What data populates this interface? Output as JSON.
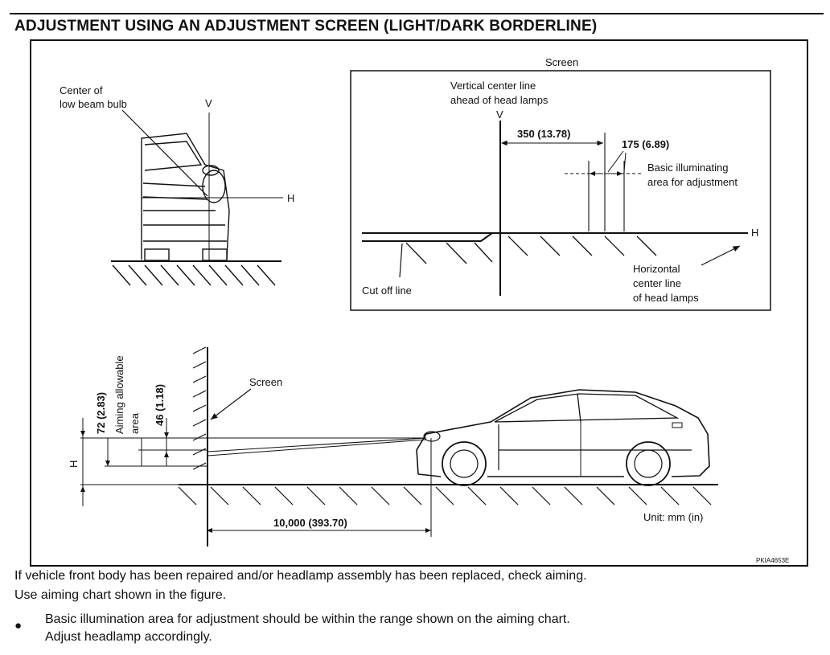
{
  "title": "ADJUSTMENT USING AN ADJUSTMENT SCREEN (LIGHT/DARK BORDERLINE)",
  "figure": {
    "front": {
      "center_label_1": "Center of",
      "center_label_2": "low beam bulb",
      "v": "V",
      "h": "H"
    },
    "screen_box": {
      "title": "Screen",
      "vcenter_1": "Vertical center line",
      "vcenter_2": "ahead of head lamps",
      "v": "V",
      "dim_350": "350  (13.78)",
      "dim_175": "175  (6.89)",
      "basic_1": "Basic illuminating",
      "basic_2": "area for adjustment",
      "h": "H",
      "hcenter_1": "Horizontal",
      "hcenter_2": "center line",
      "hcenter_3": "of head lamps",
      "cutoff": "Cut off line"
    },
    "side": {
      "screen": "Screen",
      "dim_72": "72  (2.83)",
      "aim_1": "Aiming allowable",
      "aim_2": "area",
      "dim_46": "46  (1.18)",
      "h": "H",
      "dim_10000": "10,000  (393.70)",
      "unit": "Unit:  mm  (in)"
    },
    "ref": "PKIA4653E"
  },
  "body": {
    "line1": "If vehicle front body has been repaired and/or headlamp assembly has been replaced, check aiming.",
    "line2": "Use aiming chart shown in the figure.",
    "bullet_symbol": "●",
    "bullet_line1": "Basic illumination area for adjustment should be within the range shown on the aiming chart.",
    "bullet_line2": "Adjust headlamp accordingly."
  }
}
